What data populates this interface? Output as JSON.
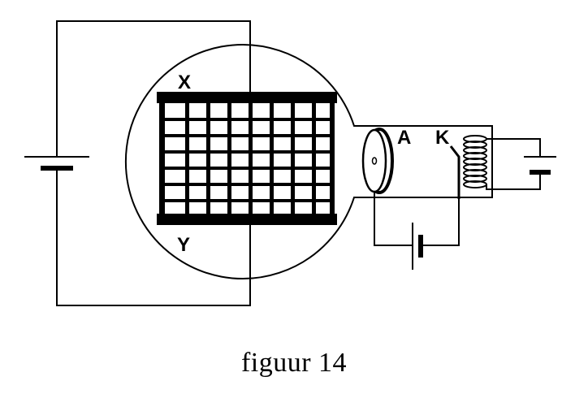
{
  "figure": {
    "labels": {
      "plate_top": "X",
      "plate_bottom": "Y",
      "anode": "A",
      "cathode": "K"
    },
    "caption": "figuur 14"
  }
}
